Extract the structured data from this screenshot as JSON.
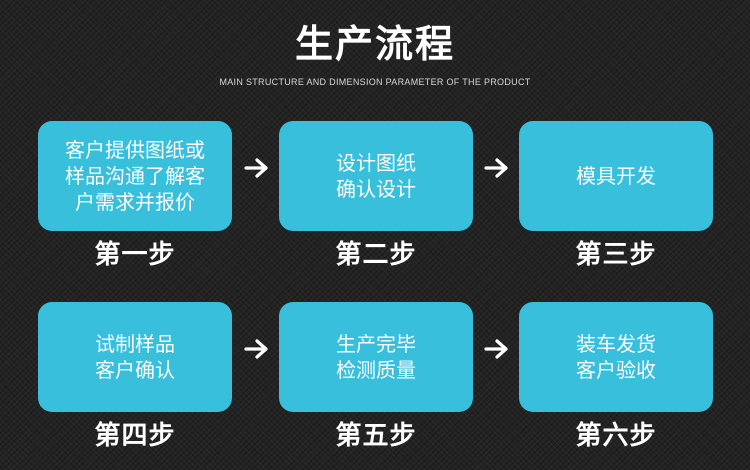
{
  "title": "生产流程",
  "subtitle": "MAIN STRUCTURE AND DIMENSION PARAMETER OF THE PRODUCT",
  "colors": {
    "box": "#38bfdc",
    "background": "#232323",
    "text": "#ffffff"
  },
  "steps": [
    {
      "lines": [
        "客户提供图纸或",
        "样品沟通了解客",
        "户需求并报价"
      ],
      "label": "第一步"
    },
    {
      "lines": [
        "设计图纸",
        "确认设计"
      ],
      "label": "第二步"
    },
    {
      "lines": [
        "模具开发"
      ],
      "label": "第三步"
    },
    {
      "lines": [
        "试制样品",
        "客户确认"
      ],
      "label": "第四步"
    },
    {
      "lines": [
        "生产完毕",
        "检测质量"
      ],
      "label": "第五步"
    },
    {
      "lines": [
        "装车发货",
        "客户验收"
      ],
      "label": "第六步"
    }
  ],
  "arrow_icon": "arrow-right-icon"
}
